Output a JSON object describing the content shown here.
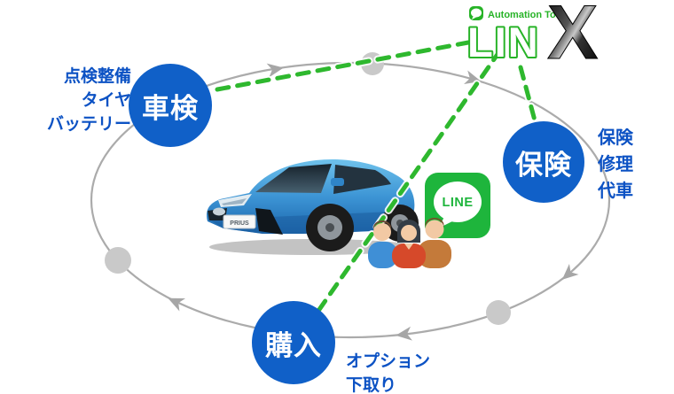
{
  "linx_logo": {
    "tagline": "Automation Tool",
    "brand_green": "LIN",
    "brand_x": "X"
  },
  "cycle": {
    "inspection": {
      "label": "車検",
      "details": [
        "点検整備",
        "タイヤ",
        "バッテリー"
      ]
    },
    "insurance": {
      "label": "保険",
      "details": [
        "保険",
        "修理",
        "代車"
      ]
    },
    "purchase": {
      "label": "購入",
      "details": [
        "オプション",
        "下取り"
      ]
    }
  },
  "line_app": {
    "label": "LINE"
  },
  "car": {
    "plate": "PRIUS"
  },
  "colors": {
    "node_blue": "#1060C8",
    "label_blue": "#0C52C4",
    "dash_green": "#2EB82E",
    "linx_green": "#27B327",
    "line_green": "#1EB53C",
    "ring_gray": "#ABABAB",
    "car_blue": "#3D95D5"
  }
}
